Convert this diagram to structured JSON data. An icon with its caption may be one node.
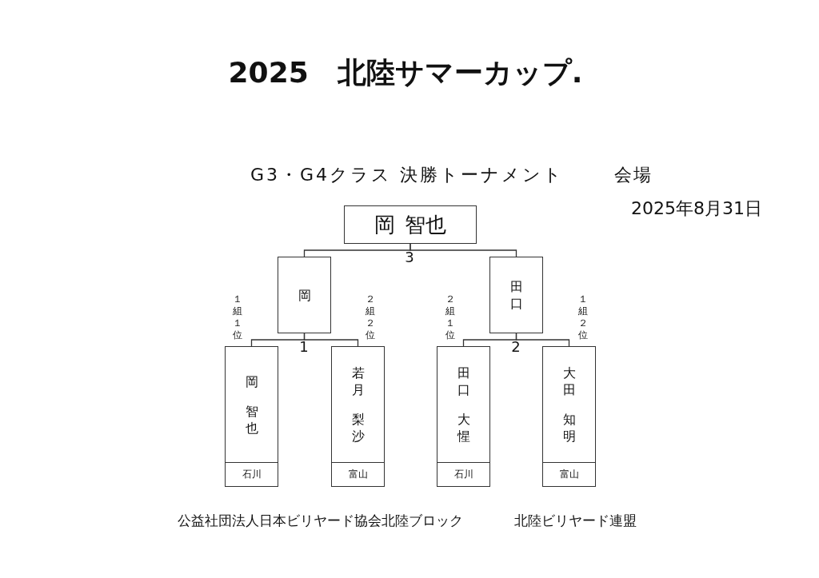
{
  "diagram": {
    "title": "2025　北陸サマーカップ.",
    "nodes": [
      {
        "text": [
          "岡 智也"
        ]
      },
      {
        "text": [
          "岡"
        ]
      },
      {
        "text": [
          "田口"
        ]
      },
      {
        "text": [
          "岡智也",
          "石川"
        ],
        "beside": [
          "１組１位"
        ]
      },
      {
        "text": [
          "若月梨沙",
          "富山"
        ],
        "beside": [
          "２組２位"
        ]
      },
      {
        "text": [
          "田口大惺",
          "石川"
        ],
        "beside": [
          "２組１位"
        ]
      },
      {
        "text": [
          "大田知明",
          "富山"
        ],
        "beside": [
          "１組２位"
        ]
      }
    ],
    "edges": [
      {
        "from": 1,
        "to": 0,
        "arrow": "none"
      },
      {
        "from": 2,
        "to": 0,
        "arrow": "none"
      },
      {
        "from": 3,
        "to": 1,
        "arrow": "none"
      },
      {
        "from": 4,
        "to": 1,
        "arrow": "none"
      },
      {
        "from": 5,
        "to": 2,
        "arrow": "none"
      },
      {
        "from": 6,
        "to": 2,
        "arrow": "none"
      }
    ],
    "labels": [
      "G3・G4クラス 決勝トーナメント",
      "会場",
      "2025年8月31日",
      "3",
      "1",
      "2",
      "公益社団法人日本ビリヤード協会北陸ブロック",
      "北陸ビリヤード連盟"
    ]
  }
}
